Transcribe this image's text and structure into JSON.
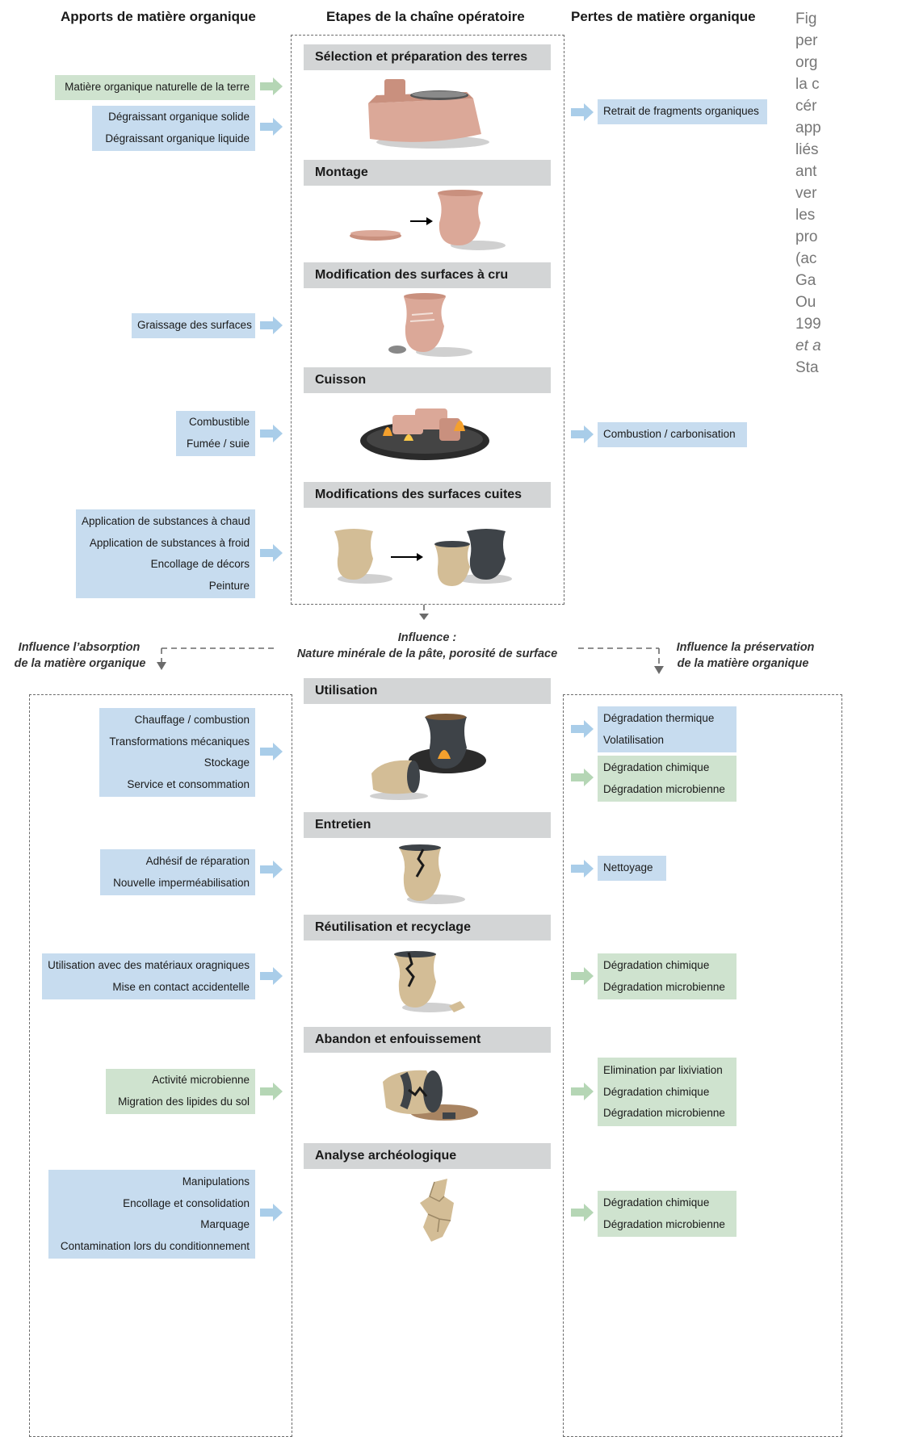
{
  "headers": {
    "left": "Apports de matière organique",
    "center": "Etapes de la chaîne opératoire",
    "right": "Pertes de matière organique"
  },
  "stages": [
    "Sélection et préparation des terres",
    "Montage",
    "Modification des surfaces à cru",
    "Cuisson",
    "Modifications des surfaces cuites",
    "Utilisation",
    "Entretien",
    "Réutilisation et recyclage",
    "Abandon et enfouissement",
    "Analyse archéologique"
  ],
  "inputs": [
    {
      "color": "green",
      "items": [
        "Matière organique naturelle de la terre"
      ]
    },
    {
      "color": "blue",
      "items": [
        "Dégraissant organique solide",
        "Dégraissant organique liquide"
      ]
    },
    {
      "color": "blue",
      "items": [
        "Graissage des surfaces"
      ]
    },
    {
      "color": "blue",
      "items": [
        "Combustible",
        "Fumée / suie"
      ]
    },
    {
      "color": "blue",
      "items": [
        "Application de substances à chaud",
        "Application de substances à froid",
        "Encollage de décors",
        "Peinture"
      ]
    },
    {
      "color": "blue",
      "items": [
        "Chauffage / combustion",
        "Transformations  mécaniques",
        "Stockage",
        "Service et consommation"
      ]
    },
    {
      "color": "blue",
      "items": [
        "Adhésif de réparation",
        "Nouvelle imperméabilisation"
      ]
    },
    {
      "color": "blue",
      "items": [
        "Utilisation avec des matériaux oragniques",
        "Mise en contact accidentelle"
      ]
    },
    {
      "color": "green",
      "items": [
        "Activité microbienne",
        "Migration des lipides du sol"
      ]
    },
    {
      "color": "blue",
      "items": [
        "Manipulations",
        "Encollage et consolidation",
        "Marquage",
        "Contamination lors du conditionnement"
      ]
    }
  ],
  "losses": [
    {
      "color": "blue",
      "items": [
        "Retrait de fragments organiques"
      ]
    },
    {
      "color": "blue",
      "items": [
        "Combustion / carbonisation"
      ]
    },
    {
      "color": "blue",
      "items": [
        "Dégradation thermique",
        "Volatilisation"
      ]
    },
    {
      "color": "green",
      "items": [
        "Dégradation chimique",
        "Dégradation microbienne"
      ]
    },
    {
      "color": "blue",
      "items": [
        "Nettoyage"
      ]
    },
    {
      "color": "green",
      "items": [
        "Dégradation chimique",
        "Dégradation microbienne"
      ]
    },
    {
      "color": "green",
      "items": [
        "Elimination par lixiviation",
        "Dégradation chimique",
        "Dégradation microbienne"
      ]
    },
    {
      "color": "green",
      "items": [
        "Dégradation chimique",
        "Dégradation microbienne"
      ]
    }
  ],
  "influence": {
    "center_line1": "Influence :",
    "center_line2": "Nature minérale de la pâte, porosité de surface",
    "left_line1": "Influence l’absorption",
    "left_line2": "de la matière organique",
    "right_line1": "Influence la préservation",
    "right_line2": "de la matière organique"
  },
  "caption": [
    "Fig",
    "per",
    "org",
    "la c",
    "cér",
    "app",
    "liés",
    "ant",
    "ver",
    "les",
    "pro",
    "(ac",
    "Ga",
    "Ou",
    "199",
    "et a",
    "Sta"
  ],
  "colors": {
    "blue_box": "#c7dcef",
    "green_box": "#cfe3cf",
    "stage_bar": "#d3d5d6",
    "arrow_blue": "#a9cde9",
    "arrow_green": "#b5d6b5"
  }
}
